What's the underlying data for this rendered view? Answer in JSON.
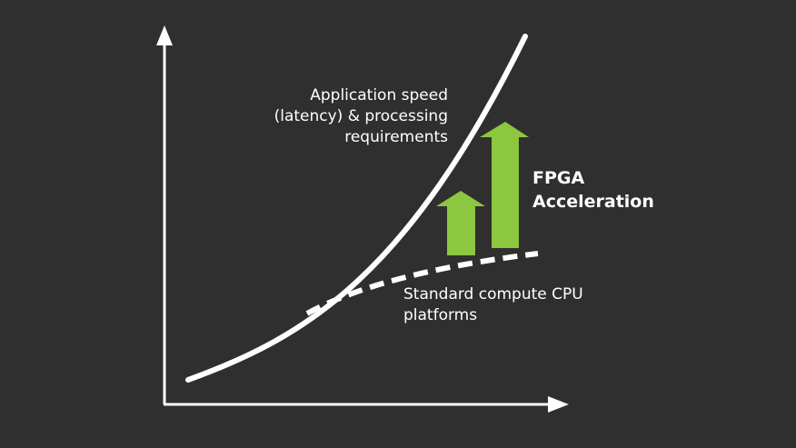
{
  "labels": {
    "curve_line1": "Application speed",
    "curve_line2": "(latency) & processing",
    "curve_line3": "requirements",
    "cpu_line1": "Standard compute CPU",
    "cpu_line2": "platforms",
    "accel_line1": "FPGA",
    "accel_line2": "Acceleration"
  },
  "colors": {
    "background": "#2f2f2f",
    "foreground": "#ffffff",
    "accent_green": "#8dc63f"
  }
}
